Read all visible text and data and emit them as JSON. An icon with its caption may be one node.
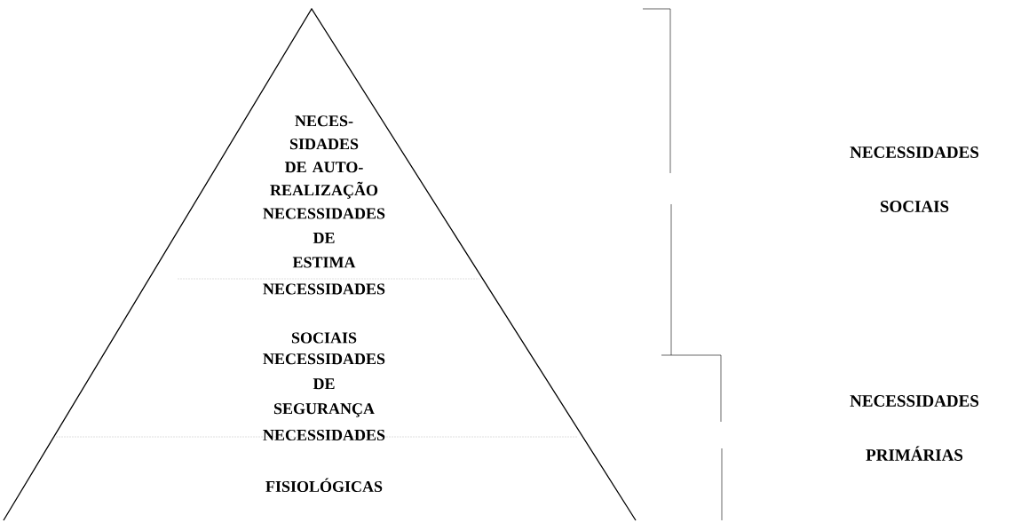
{
  "diagram": {
    "nodes": [
      {
        "text": [
          "NECES- SIDADES DE AUTO- REALIZAÇÃO",
          "NECESSIDADES DE ESTIMA",
          "NECESSIDADES SOCIAIS",
          "NECESSIDADES DE SEGURANÇA",
          "NECESSIDADES FISIOLÓGICAS"
        ]
      }
    ],
    "labels": [
      "NECESSIDADES SOCIAIS",
      "NECESSIDADES PRIMÁRIAS"
    ]
  }
}
